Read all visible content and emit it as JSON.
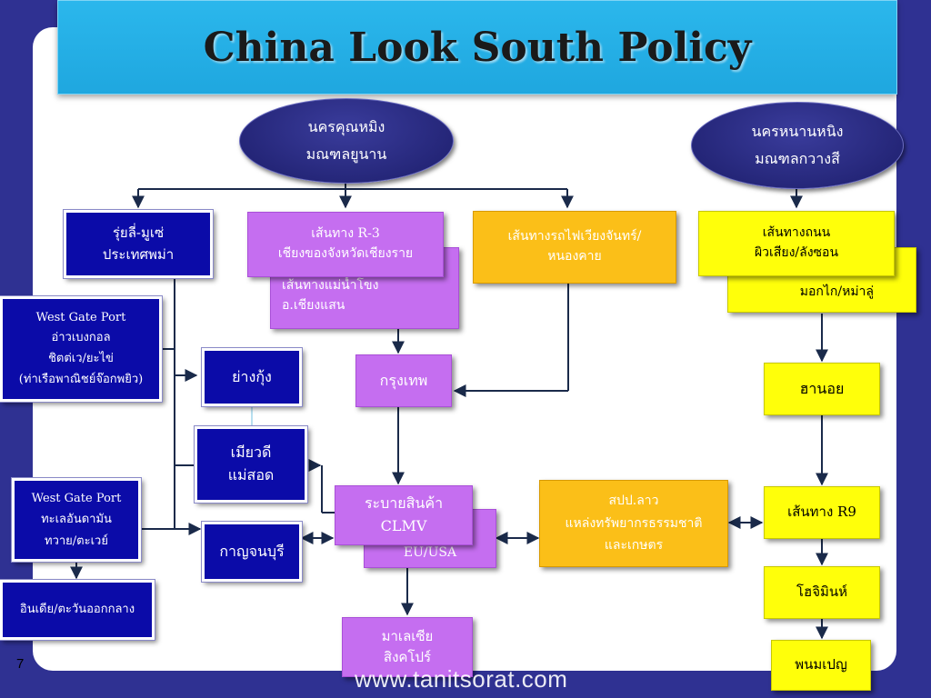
{
  "title": "China Look South Policy",
  "ovals": {
    "kunming": [
      "นครคุณหมิง",
      "มณฑลยูนาน"
    ],
    "nanning": [
      "นครหนานหนิง",
      "มณฑลกวางสี"
    ]
  },
  "boxes": {
    "ruili": [
      "รุ่ยลี่-มูเซ่",
      "ประเทศพม่า"
    ],
    "r3": [
      "เส้นทาง R-3",
      "เชียงของจังหวัดเชียงราย"
    ],
    "mekong": [
      "เส้นทางแม่น้ำโขง",
      "อ.เชียงแสน"
    ],
    "rail": [
      "เส้นทางรถไฟเวียงจันทร์/",
      "หนองคาย"
    ],
    "road": [
      "เส้นทางถนน",
      "ผิวเสียง/ลังซอน"
    ],
    "monkai": [
      "มอกไก/หม่าลู่"
    ],
    "westgate1": [
      "West Gate Port",
      "อ่าวเบงกอล",
      "ชิตต่เว/ยะไข่",
      "(ท่าเรือพาณิชย์จ๊อกพยิว)"
    ],
    "yangon": [
      "ย่างกุ้ง"
    ],
    "bangkok": [
      "กรุงเทพ"
    ],
    "hanoi": [
      "ฮานอย"
    ],
    "myawaddy": [
      "เมียวดี",
      "แม่สอด"
    ],
    "westgate2": [
      "West Gate Port",
      "ทะเลอันดามัน",
      "ทวาย/ตะเวย์"
    ],
    "distribute": [
      "ระบายสินค้า",
      "CLMV"
    ],
    "euusa": [
      "EU/USA"
    ],
    "laos": [
      "สปป.ลาว",
      "แหล่งทรัพยากรธรรมชาติ",
      "และเกษตร"
    ],
    "r9": [
      "เส้นทาง R9"
    ],
    "kanchanaburi": [
      "กาญจนบุรี"
    ],
    "india": [
      "อินเดีย/ตะวันออกกลาง"
    ],
    "hcmc": [
      "โฮจิมินห์"
    ],
    "malaysia": [
      "มาเลเซีย",
      "สิงคโปร์"
    ],
    "phnompenh": [
      "พนมเปญ"
    ]
  },
  "page_number": "7",
  "watermark": "www.tanitsorat.com",
  "colors": {
    "background": "#2f3192",
    "title_bar": "#1fa7df",
    "blue_box": "#0b0ba8",
    "purple_box": "#c56ef0",
    "orange_box": "#fbbf18",
    "yellow_box": "#ffff0a",
    "oval": "#1c1d6a"
  }
}
